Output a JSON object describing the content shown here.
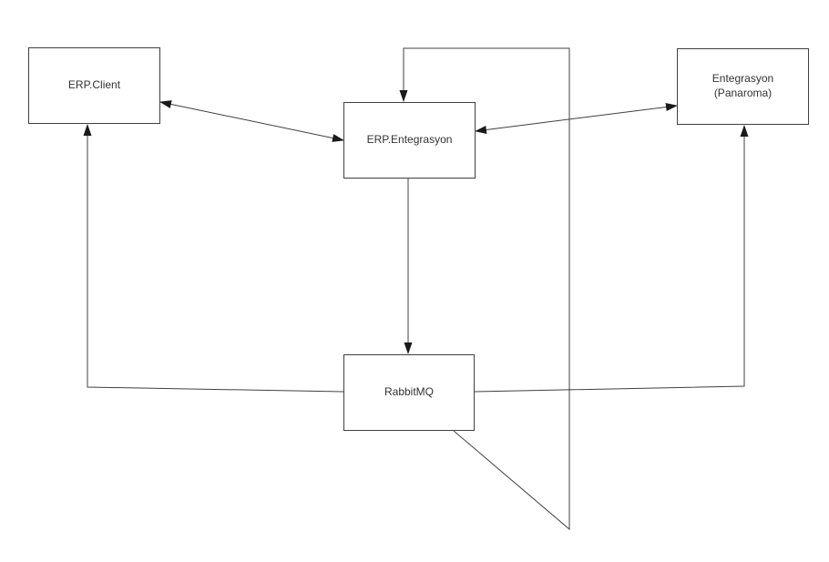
{
  "diagram": {
    "type": "flowchart",
    "background_color": "#ffffff",
    "stroke_color": "#404040",
    "arrowhead_color": "#1a1a1a",
    "text_color": "#333333",
    "nodes": [
      {
        "id": "erp-client",
        "label": "ERP.Client"
      },
      {
        "id": "erp-entegrasyon",
        "label": "ERP.Entegrasyon"
      },
      {
        "id": "entegrasyon-panaroma",
        "label": "Entegrasyon",
        "label_line2": "(Panaroma)"
      },
      {
        "id": "rabbitmq",
        "label": "RabbitMQ"
      }
    ],
    "edges": [
      {
        "from": "erp-entegrasyon",
        "to": "erp-client",
        "direction": "bidirectional"
      },
      {
        "from": "entegrasyon-panaroma",
        "to": "erp-entegrasyon",
        "direction": "bidirectional"
      },
      {
        "from": "erp-entegrasyon",
        "to": "rabbitmq",
        "direction": "one-way"
      },
      {
        "from": "rabbitmq",
        "to": "erp-client",
        "direction": "one-way",
        "route": "left-then-up"
      },
      {
        "from": "rabbitmq",
        "to": "entegrasyon-panaroma",
        "direction": "one-way",
        "route": "right-then-up"
      },
      {
        "from": "rabbitmq",
        "to": "erp-entegrasyon",
        "direction": "one-way",
        "route": "loop-around-right-top"
      }
    ]
  }
}
